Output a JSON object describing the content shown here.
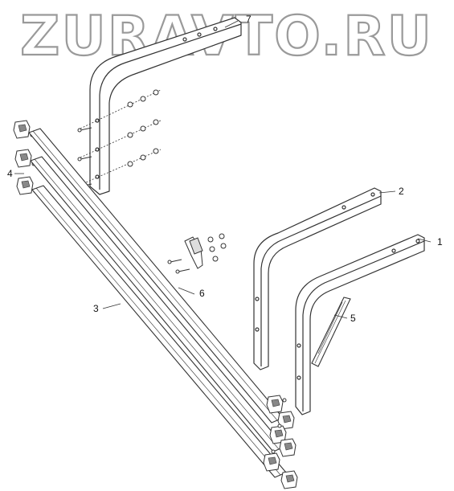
{
  "watermark": {
    "text": "ZURAVTO.RU"
  },
  "callouts": [
    {
      "id": "1",
      "label": "1"
    },
    {
      "id": "2",
      "label": "2"
    },
    {
      "id": "3",
      "label": "3"
    },
    {
      "id": "4",
      "label": "4"
    },
    {
      "id": "5",
      "label": "5"
    },
    {
      "id": "6",
      "label": "6"
    },
    {
      "id": "7",
      "label": "7"
    }
  ],
  "colors": {
    "line": "#333333",
    "watermark_fill": "#ffffff",
    "watermark_stroke": "#9a9a9a"
  }
}
